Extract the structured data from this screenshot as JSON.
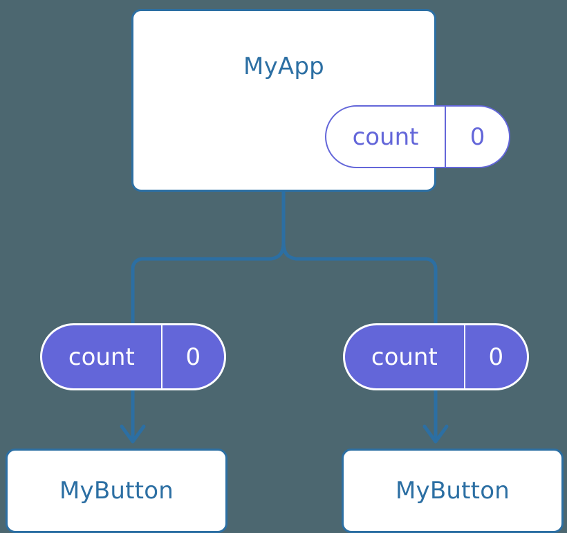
{
  "diagram": {
    "title": "React component state propagation tree",
    "background_color": "#4C6770",
    "accent_blue": "#2C6FA3",
    "accent_purple": "#6366D9",
    "white": "#FFFFFF"
  },
  "nodes": {
    "app": {
      "label": "MyApp",
      "state_pill": {
        "key": "count",
        "value": "0",
        "style": "outline"
      }
    },
    "button_left": {
      "label": "MyButton",
      "prop_pill": {
        "key": "count",
        "value": "0",
        "style": "filled"
      }
    },
    "button_right": {
      "label": "MyButton",
      "prop_pill": {
        "key": "count",
        "value": "0",
        "style": "filled"
      }
    }
  },
  "connectors": [
    {
      "name": "app-to-fork",
      "from": "app",
      "to": "fork",
      "arrow": false
    },
    {
      "name": "fork-to-pill-left",
      "from": "fork",
      "to": "pill-left",
      "arrow": false
    },
    {
      "name": "fork-to-pill-right",
      "from": "fork",
      "to": "pill-right",
      "arrow": false
    },
    {
      "name": "pill-left-to-button-left",
      "from": "pill-left",
      "to": "button_left",
      "arrow": true
    },
    {
      "name": "pill-right-to-button-right",
      "from": "pill-right",
      "to": "button_right",
      "arrow": true
    }
  ]
}
